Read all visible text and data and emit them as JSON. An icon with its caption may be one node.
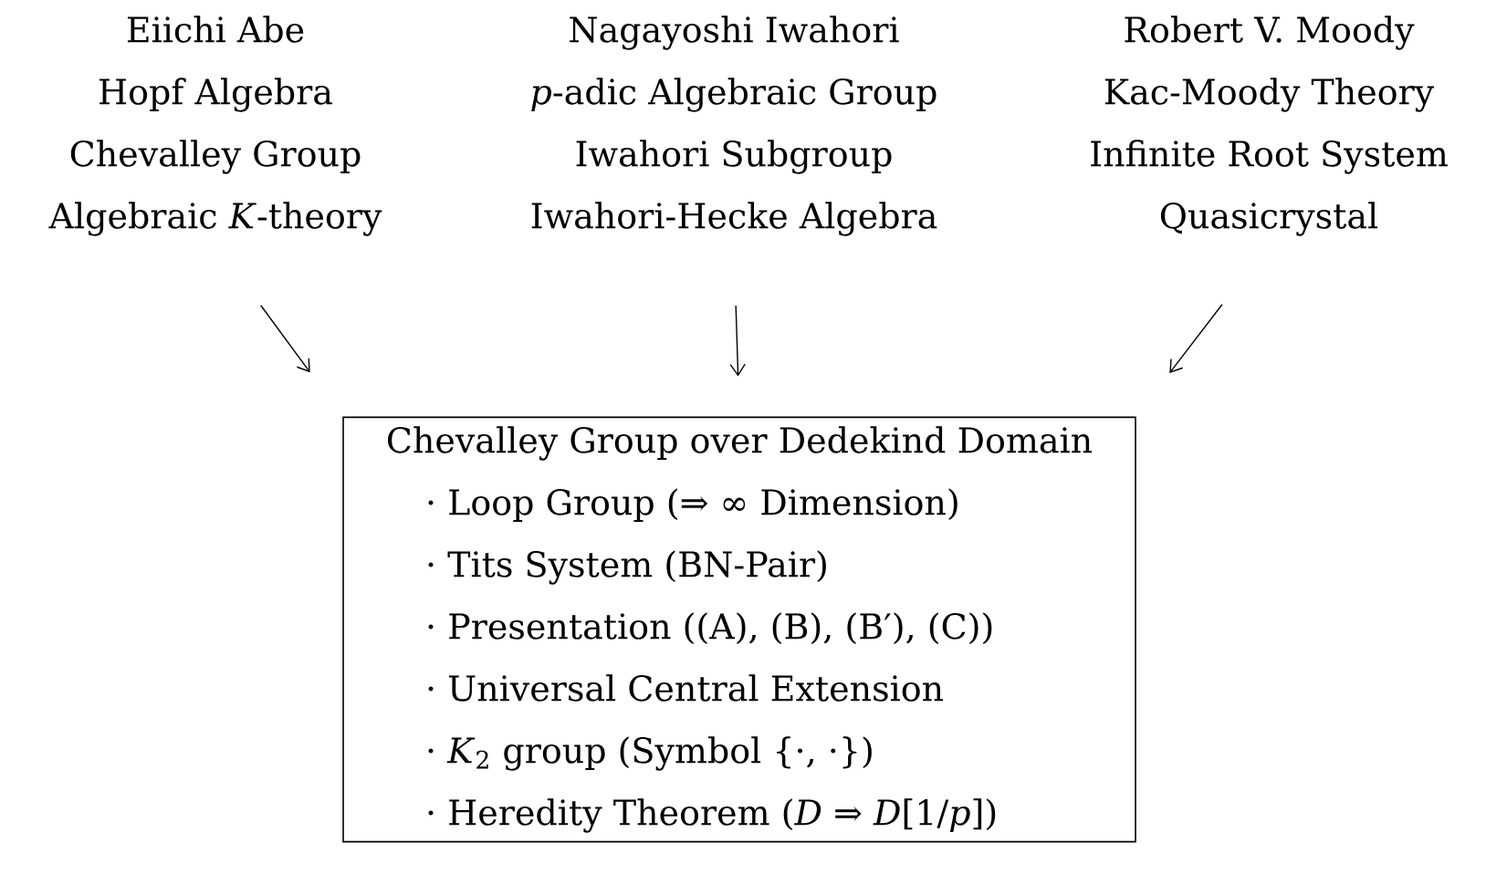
{
  "diagram": {
    "nodes": [
      {
        "text": [
          "Eiichi Abe",
          "Hopf Algebra",
          "Chevalley Group",
          "Algebraic *K*-theory"
        ]
      },
      {
        "text": [
          "Nagayoshi Iwahori",
          "*p*-adic Algebraic Group",
          "Iwahori Subgroup",
          "Iwahori-Hecke Algebra"
        ]
      },
      {
        "text": [
          "Robert V. Moody",
          "Kac-Moody Theory",
          "Infinite Root System",
          "Quasicrystal"
        ]
      },
      {
        "text": [
          "Chevalley Group over Dedekind Domain",
          "· Loop Group  (⇒ ∞ Dimension)",
          "· Tits System  (BN-Pair)",
          "· Presentation  ((A), (B), (B′), (C))",
          "· Universal Central Extension",
          "· *K*$_{2}$ group  (Symbol {·, ·})",
          "· Heredity Theorem  (*D* ⇒ *D*[1/*p*])"
        ]
      }
    ],
    "edges": [
      {
        "from": 0,
        "to": 3,
        "arrow": "to"
      },
      {
        "from": 1,
        "to": 3,
        "arrow": "to"
      },
      {
        "from": 2,
        "to": 3,
        "arrow": "to"
      }
    ]
  }
}
